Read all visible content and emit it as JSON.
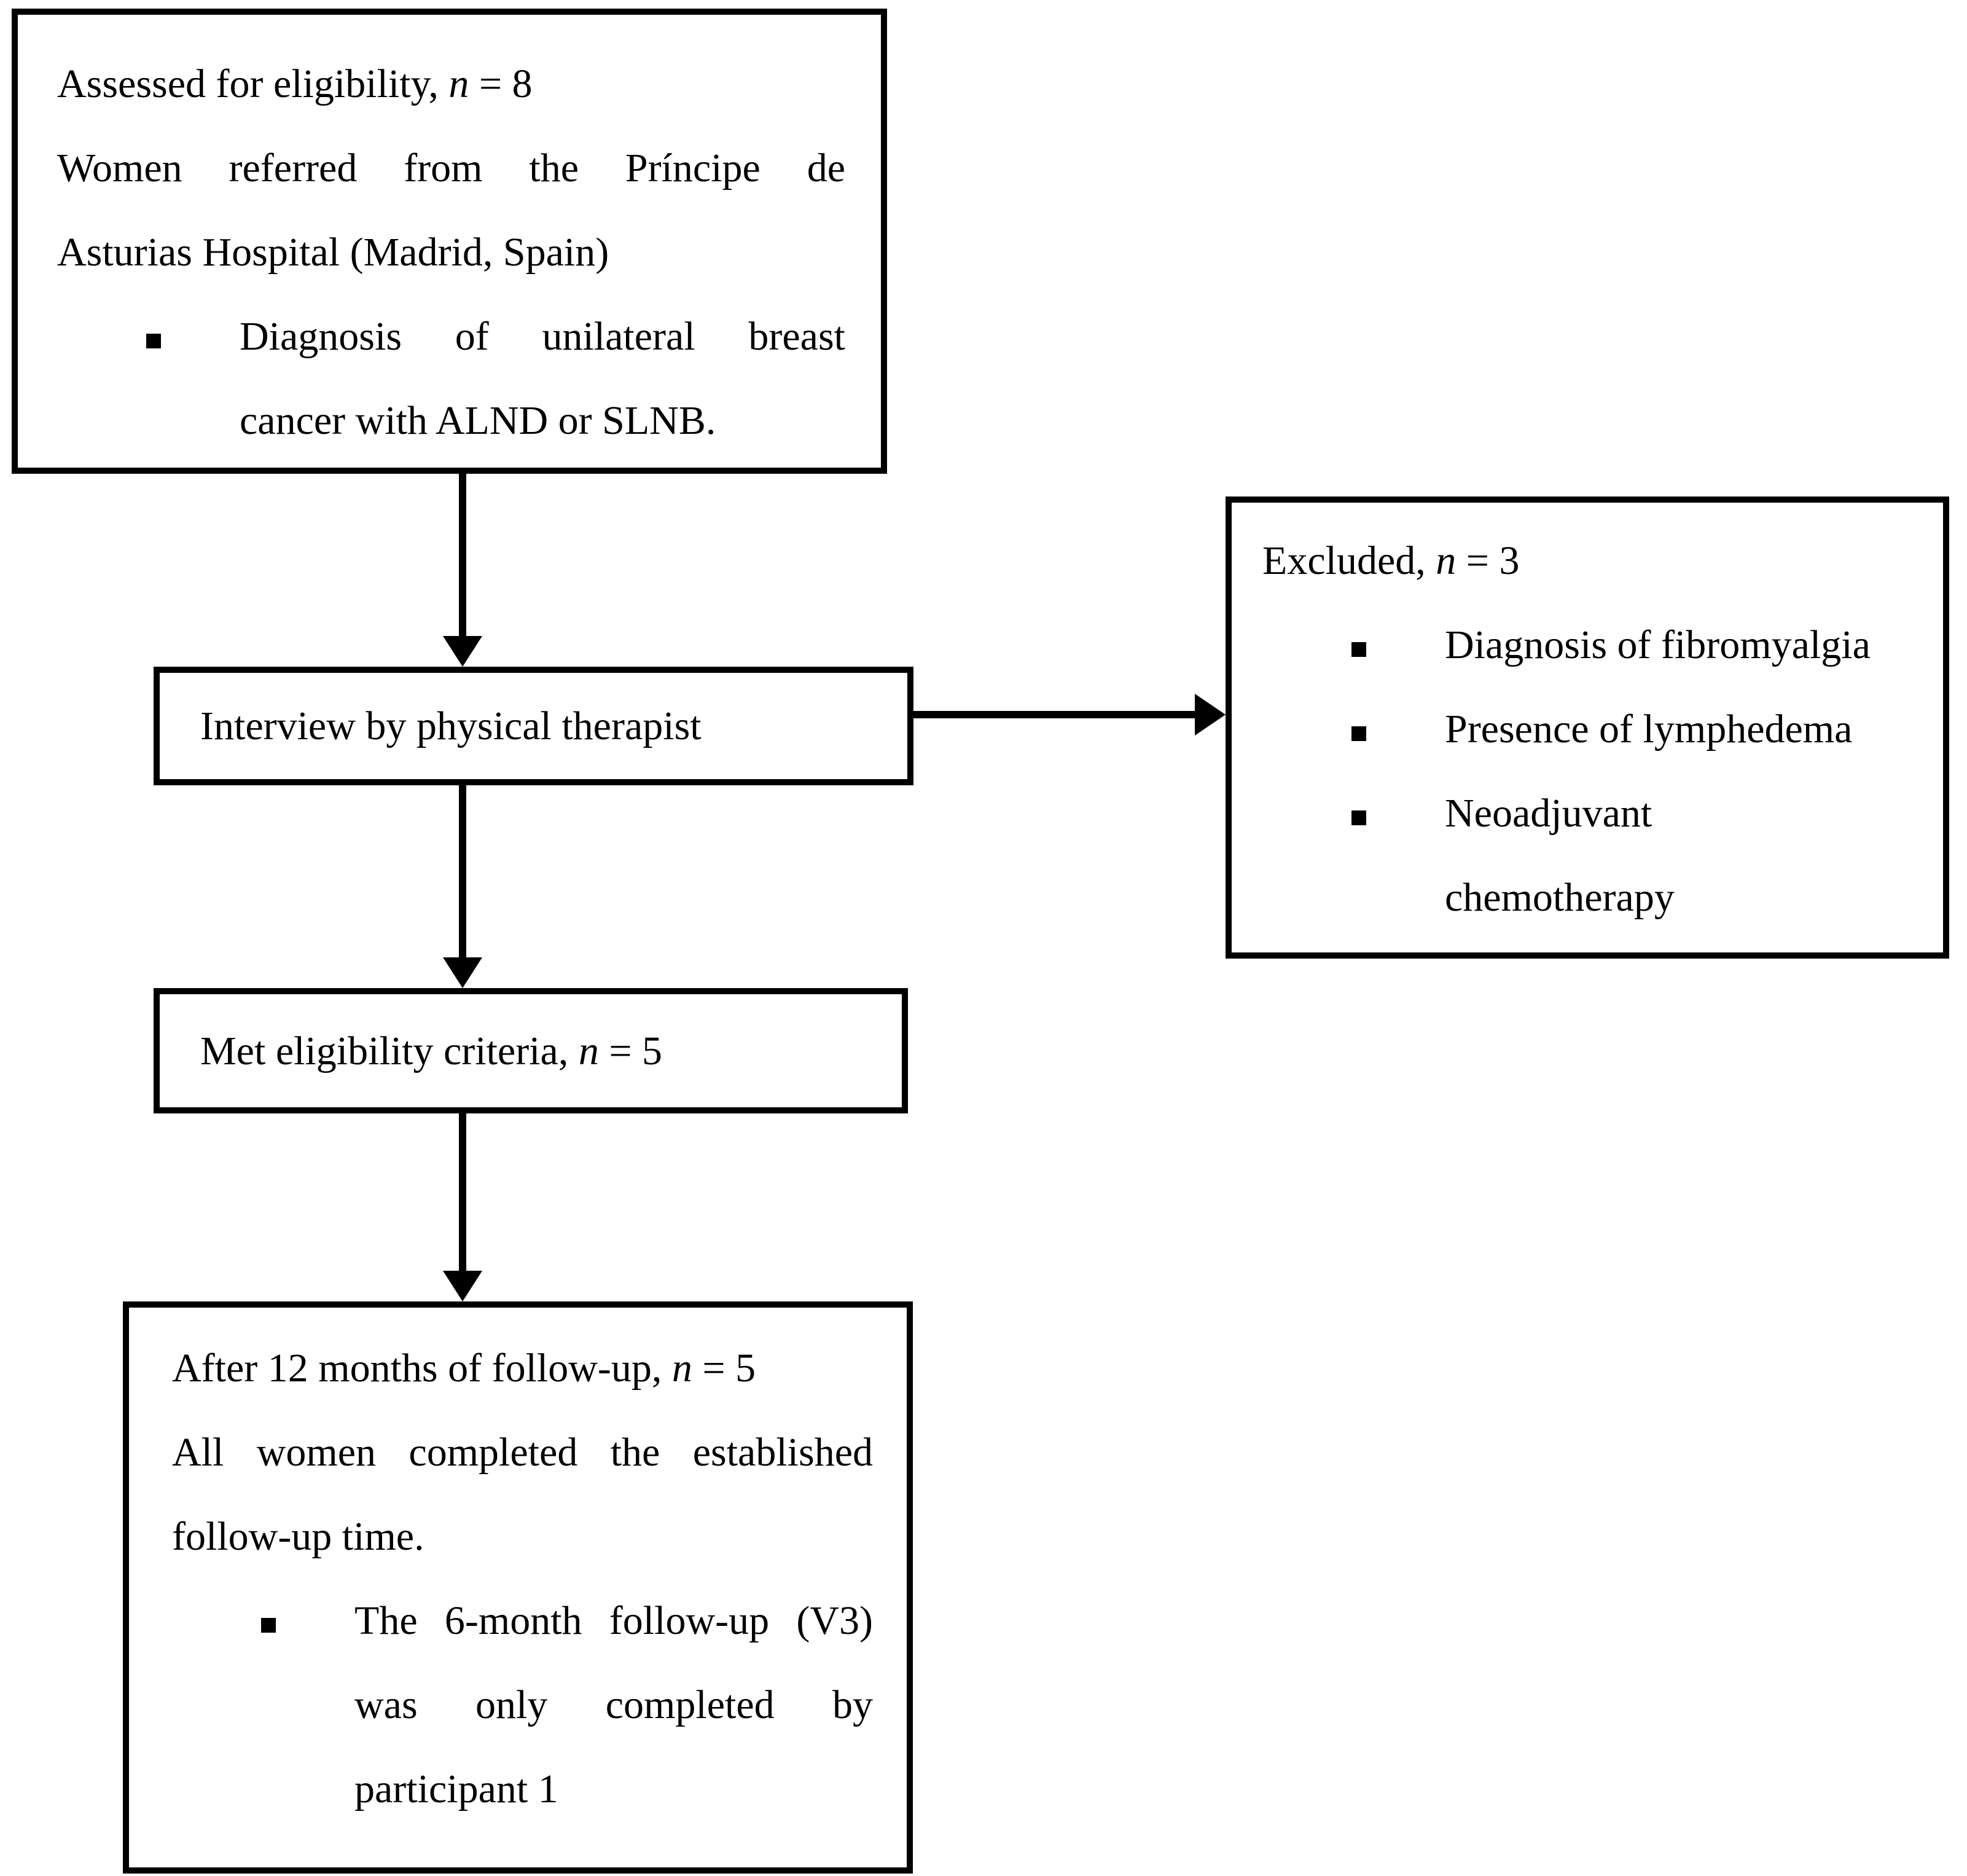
{
  "colors": {
    "ink": "#000000",
    "paper": "#ffffff"
  },
  "boxes": {
    "eligibility": {
      "heading": {
        "prefix": "Assessed for eligibility, ",
        "variable": "n",
        "suffix": " = 8"
      },
      "body_lines": [
        "Women referred from the Príncipe de",
        "Asturias Hospital (Madrid, Spain)"
      ],
      "bullet": {
        "lines": [
          "Diagnosis of unilateral breast",
          "cancer with ALND or SLNB."
        ]
      }
    },
    "interview": {
      "label": "Interview by physical therapist"
    },
    "excluded": {
      "heading": {
        "prefix": "Excluded, ",
        "variable": "n",
        "suffix": " = 3"
      },
      "bullets": [
        {
          "lines": [
            "Diagnosis of fibromyalgia"
          ]
        },
        {
          "lines": [
            "Presence of lymphedema"
          ]
        },
        {
          "lines": [
            "Neoadjuvant",
            "chemotherapy"
          ]
        }
      ]
    },
    "met": {
      "heading": {
        "prefix": "Met eligibility criteria, ",
        "variable": "n",
        "suffix": " = 5"
      }
    },
    "followup": {
      "heading": {
        "prefix": "After 12 months of follow-up, ",
        "variable": "n",
        "suffix": " = 5"
      },
      "body_lines": [
        "All women completed the established",
        "follow-up time."
      ],
      "bullet": {
        "lines": [
          "The 6-month follow-up (V3)",
          "was only completed by",
          "participant 1"
        ]
      }
    }
  }
}
